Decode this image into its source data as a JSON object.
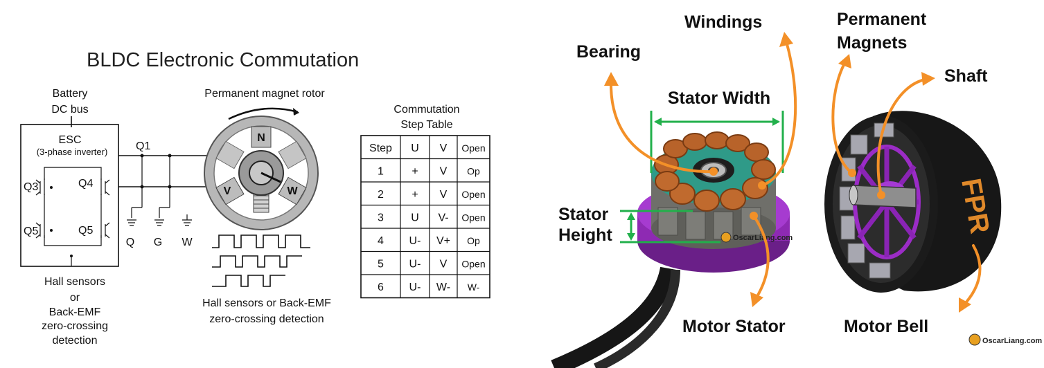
{
  "left_diagram": {
    "title": "BLDC Electronic Commutation",
    "battery_label": [
      "Battery",
      "DC bus"
    ],
    "esc_label": "ESC",
    "esc_sublabel": "(3-phase inverter)",
    "q1_label": "Q1",
    "switch_labels": [
      "Q3",
      "Q4",
      "Q5",
      "Q5"
    ],
    "rotor_label": "Permanent magnet rotor",
    "pole_labels": [
      "N",
      "V",
      "W"
    ],
    "ground_labels": [
      "Q",
      "G",
      "W"
    ],
    "hall_left": [
      "Hall sensors",
      "or",
      "Back-EMF",
      "zero-crossing",
      "detection"
    ],
    "hall_bottom": [
      "Hall sensors or Back-EMF",
      "zero-crossing detection"
    ]
  },
  "commutation_table": {
    "title": [
      "Commutation",
      "Step Table"
    ],
    "headers": [
      "Step",
      "U",
      "V",
      "Open"
    ],
    "rows": [
      [
        "1",
        "+",
        "V",
        "Op"
      ],
      [
        "2",
        "+",
        "V",
        "Open"
      ],
      [
        "3",
        "U",
        "V-",
        "Open"
      ],
      [
        "4",
        "U-",
        "V+",
        "Op"
      ],
      [
        "5",
        "U-",
        "V",
        "Open"
      ],
      [
        "6",
        "U-",
        "W-",
        "W-"
      ]
    ]
  },
  "motor_photo": {
    "callouts": {
      "bearing": "Bearing",
      "windings": "Windings",
      "permanent_magnets": [
        "Permanent",
        "Magnets"
      ],
      "shaft": "Shaft",
      "stator_width": "Stator Width",
      "stator_height": [
        "Stator",
        "Height"
      ],
      "motor_stator": "Motor Stator",
      "motor_bell": "Motor Bell"
    },
    "watermark": "OscarLiang.com",
    "bell_print": "FPR"
  }
}
